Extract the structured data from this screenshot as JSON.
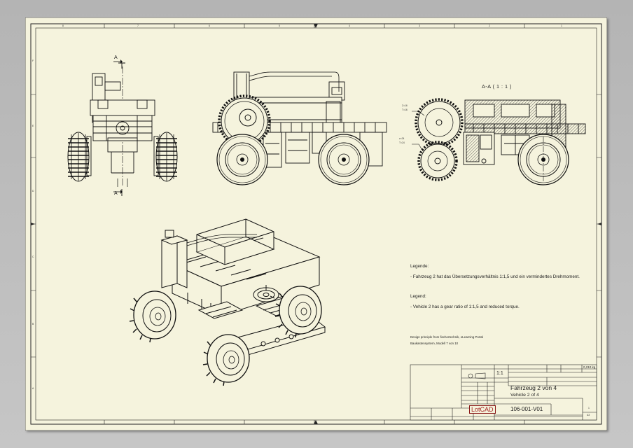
{
  "drawing": {
    "section_view_label": "A-A ( 1 : 1 )",
    "section_marker_top": "A",
    "section_marker_bottom": "A",
    "gear_notes": {
      "top_line1": "Z=16",
      "top_line2": "T=16",
      "bottom_line1": "z=24",
      "bottom_line2": "T=24"
    }
  },
  "legend": {
    "heading_de": "Legende:",
    "text_de": "- Fahrzeug 2 hat das Übersetzungsverhältnis 1:1,5 und ein vermindertes Drehmoment.",
    "heading_en": "Legend:",
    "text_en": "- Vehicle 2 has a gear ratio of 1:1,5 and reduced torque.",
    "credit_line1": "Design principle from fischertechnik, eLearning Portal",
    "credit_line2": "Baukastensystem, Modell 7 von 10"
  },
  "title_block": {
    "scale": "1:1",
    "weight": "0,210 kg",
    "title_de": "Fahrzeug 2 von 4",
    "title_en": "Vehicle 2 of 4",
    "part_number": "106-001-V01",
    "logo": "LotCAD",
    "sheet_no": "1",
    "sheet_total": "A3"
  },
  "border_zone_labels": {
    "top": [
      "8",
      "7",
      "6",
      "5",
      "4",
      "3",
      "2",
      "1"
    ],
    "side": [
      "F",
      "E",
      "D",
      "C",
      "B",
      "A"
    ]
  },
  "colors": {
    "paper": "#f5f3dd",
    "line": "#1a1a1a",
    "logo": "#a21e1e"
  }
}
